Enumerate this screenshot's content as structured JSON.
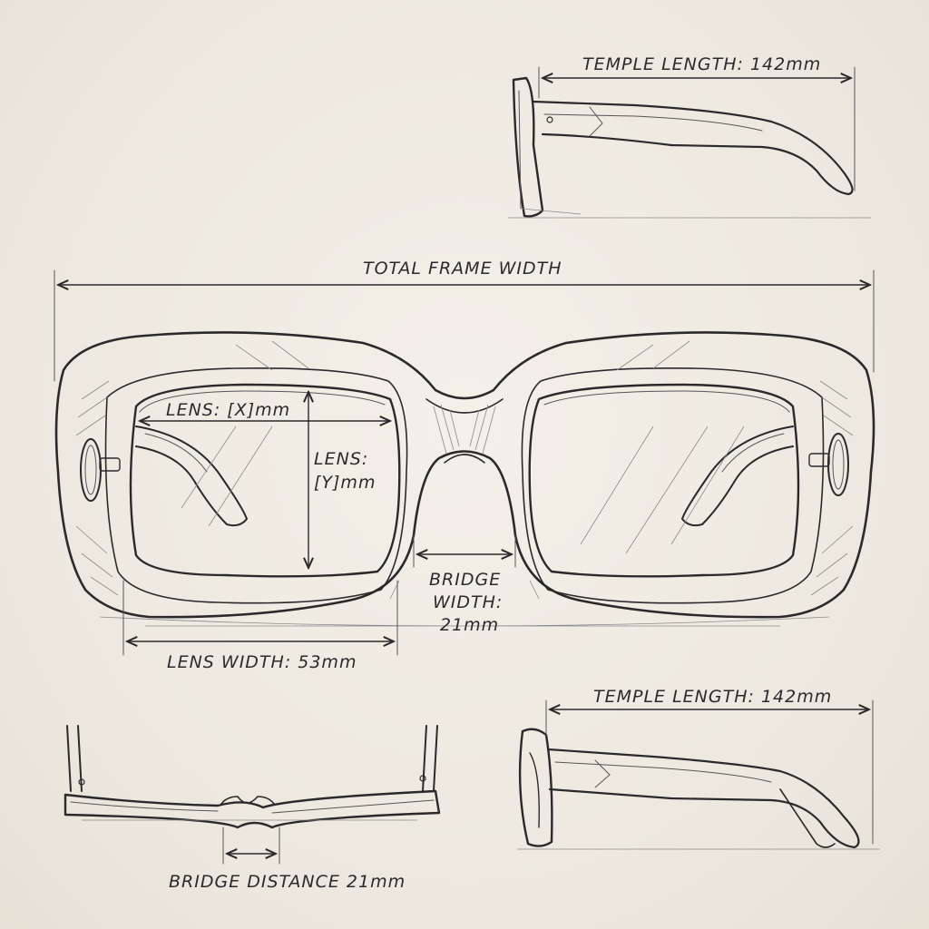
{
  "labels": {
    "temple_top": "TEMPLE LENGTH: 142mm",
    "total_width": "TOTAL FRAME WIDTH",
    "lens_x": "LENS: [X]mm",
    "lens_y_line1": "LENS:",
    "lens_y_line2": "[Y]mm",
    "bridge_line1": "BRIDGE",
    "bridge_line2": "WIDTH:",
    "bridge_line3": "21mm",
    "lens_width": "LENS WIDTH: 53mm",
    "temple_bottom": "TEMPLE LENGTH: 142mm",
    "bridge_distance": "BRIDGE DISTANCE 21mm"
  },
  "colors": {
    "paper": "#efece4",
    "ink": "#2a2a2a"
  }
}
